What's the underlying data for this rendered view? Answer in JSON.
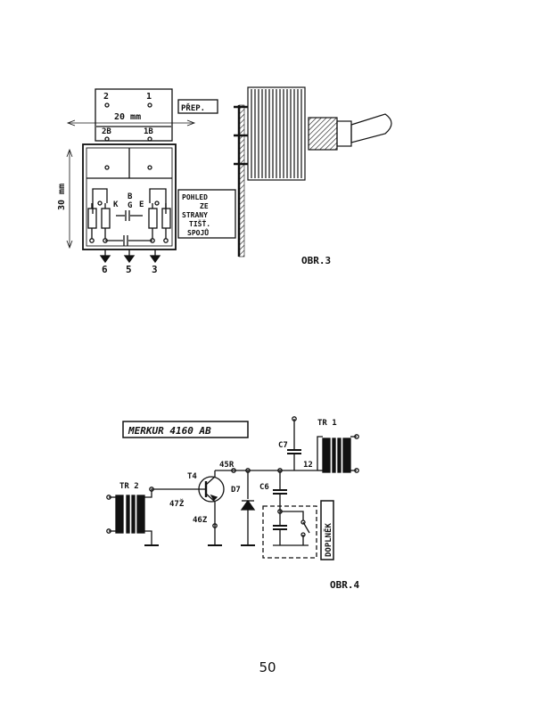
{
  "fig3": {
    "pin_top_left": "2",
    "pin_top_right": "1",
    "pin_mid_left": "2B",
    "pin_mid_right": "1B",
    "dim_width": "20 mm",
    "dim_height": "30 mm",
    "label_b": "B",
    "label_k": "K",
    "label_g": "G",
    "label_e": "E",
    "out_left": "6",
    "out_mid": "5",
    "out_right": "3",
    "prep_label": "PŘEP.",
    "view_line1": "POHLED",
    "view_line2": "ZE",
    "view_line3": "STRANY",
    "view_line4": "TIŠŤ.",
    "view_line5": "SPOJŮ",
    "caption": "OBR.3"
  },
  "fig4": {
    "title": "MERKUR 4160 AB",
    "tr1": "TR 1",
    "tr2": "TR 2",
    "t4": "T4",
    "d7": "D7",
    "c6": "C6",
    "c7": "C7",
    "node_45r": "45R",
    "node_12": "12",
    "node_47z": "47Ž",
    "node_46z": "46Z",
    "doplnek": "DOPLNĚK",
    "caption": "OBR.4"
  },
  "page_number": "50"
}
